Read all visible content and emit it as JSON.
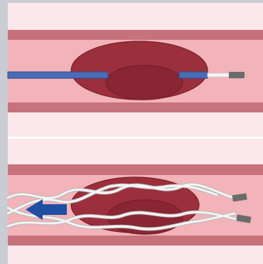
{
  "diagram": {
    "panels": [
      {
        "stage": "catheter-inserted-through-clot"
      },
      {
        "stage": "stent-retriever-deployed-and-pulled-back",
        "arrow_direction": "left"
      }
    ],
    "colors": {
      "frame_border": "#c9ccd3",
      "background": "#fce7ea",
      "divider": "#ffffff",
      "vessel_wall": "#c7727a",
      "vessel_lumen": "#f2b3b9",
      "clot_outer": "#9b2f3c",
      "clot_inner": "#8a2533",
      "clot_outline": "#7a1f2c",
      "catheter": "#4a6cb5",
      "catheter_outline": "#2d4a8a",
      "catheter_tip": "#f5f5f5",
      "wire_tip": "#6b6b6b",
      "stent_wire": "#f4f4f4",
      "stent_shadow": "#b9b9b9",
      "arrow": "#1f4ea3"
    },
    "icons": {
      "pull_arrow": "left-arrow-icon"
    }
  }
}
